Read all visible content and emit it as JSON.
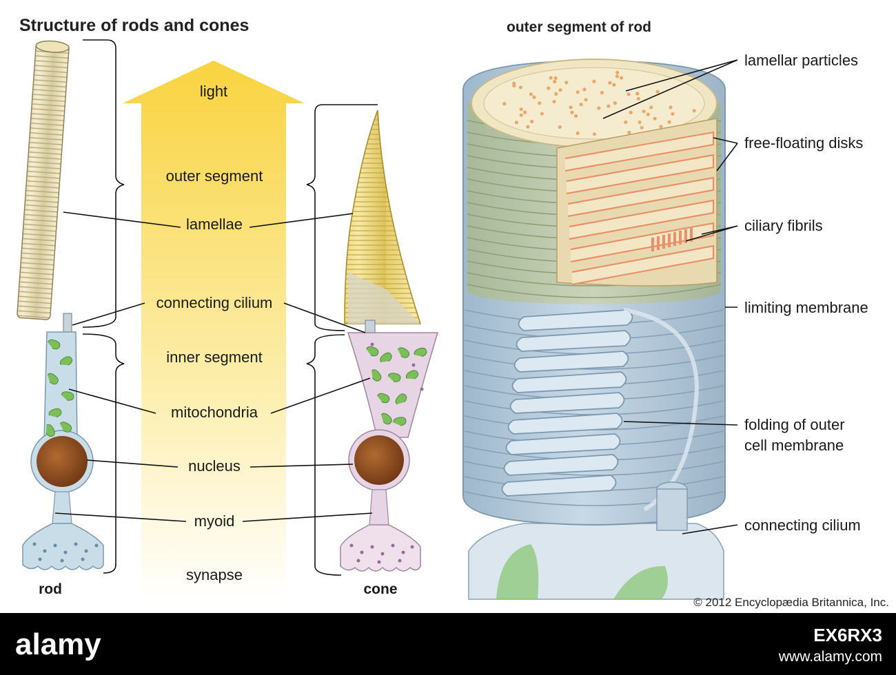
{
  "title": "Structure of rods and cones",
  "right_title": "outer segment of rod",
  "light_label": "light",
  "center_labels": {
    "outer_segment": "outer segment",
    "lamellae": "lamellae",
    "connecting_cilium": "connecting cilium",
    "inner_segment": "inner segment",
    "mitochondria": "mitochondria",
    "nucleus": "nucleus",
    "myoid": "myoid",
    "synapse": "synapse"
  },
  "cell_labels": {
    "rod": "rod",
    "cone": "cone"
  },
  "right_labels": {
    "lamellar_particles": "lamellar particles",
    "free_floating_disks": "free-floating disks",
    "ciliary_fibrils": "ciliary fibrils",
    "limiting_membrane": "limiting membrane",
    "folding_line1": "folding of outer",
    "folding_line2": "cell membrane",
    "connecting_cilium": "connecting cilium"
  },
  "credit": "© 2012 Encyclopædia Britannica, Inc.",
  "footer": {
    "brand": "alamy",
    "image_id": "EX6RX3",
    "site": "www.alamy.com"
  },
  "colors": {
    "light_arrow": "#f9d33f",
    "lamellae_fill": "#f2e6b8",
    "cone_fill": "#f0dc7e",
    "inner_segment_rod": "#c9dde8",
    "inner_segment_cone": "#e7d4e4",
    "mitochondria": "#7cbf5a",
    "nucleus": "#8a4a20",
    "membrane": "#a9c4d9",
    "disk_stripes": "#e8906a",
    "footer_bg": "#000000"
  }
}
